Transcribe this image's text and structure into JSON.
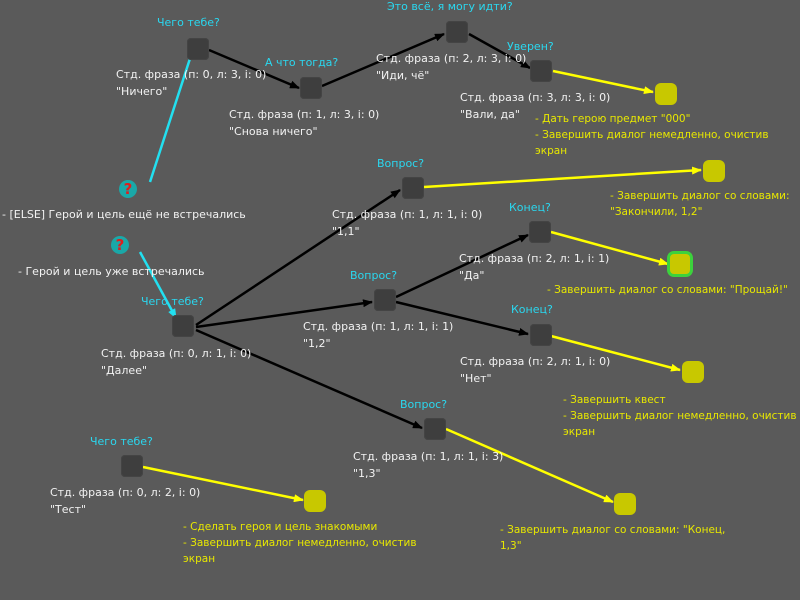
{
  "conditions": {
    "else": "- [ELSE] Герой и цель ещё не встречались",
    "met": "- Герой и цель уже встречались"
  },
  "questions": {
    "q1": "Чего тебе?",
    "q2": "А что тогда?",
    "q3": "Это всё, я могу идти?",
    "q4": "Уверен?",
    "q5": "Вопрос?",
    "q6": "Конец?",
    "q7": "Вопрос?",
    "q8": "Чего тебе?",
    "q9": "Конец?",
    "q10": "Вопрос?",
    "q11": "Чего тебе?"
  },
  "phrases": {
    "p1": {
      "meta": "Стд. фраза (п: 0, л: 3, i: 0)",
      "text": "\"Ничего\""
    },
    "p2": {
      "meta": "Стд. фраза (п: 1, л: 3, i: 0)",
      "text": "\"Снова ничего\""
    },
    "p3": {
      "meta": "Стд. фраза (п: 2, л: 3, i: 0)",
      "text": "\"Иди, чё\""
    },
    "p4": {
      "meta": "Стд. фраза (п: 3, л: 3, i: 0)",
      "text": "\"Вали, да\""
    },
    "p5": {
      "meta": "Стд. фраза (п: 1, л: 1, i: 0)",
      "text": "\"1,1\""
    },
    "p6": {
      "meta": "Стд. фраза (п: 2, л: 1, i: 1)",
      "text": "\"Да\""
    },
    "p7": {
      "meta": "Стд. фраза (п: 1, л: 1, i: 1)",
      "text": "\"1,2\""
    },
    "p8": {
      "meta": "Стд. фраза (п: 0, л: 1, i: 0)",
      "text": "\"Далее\""
    },
    "p9": {
      "meta": "Стд. фраза (п: 2, л: 1, i: 0)",
      "text": "\"Нет\""
    },
    "p10": {
      "meta": "Стд. фраза (п: 1, л: 1, i: 3)",
      "text": "\"1,3\""
    },
    "p11": {
      "meta": "Стд. фраза (п: 0, л: 2, i: 0)",
      "text": "\"Тест\""
    }
  },
  "actions": {
    "a1": [
      "- Дать герою предмет \"000\"",
      "- Завершить диалог немедленно, очистив экран"
    ],
    "a2": [
      "- Завершить диалог со словами:",
      "\"Закончили, 1,2\""
    ],
    "a3": [
      "- Завершить диалог со словами: \"Прощай!\""
    ],
    "a4": [
      "- Завершить квест",
      "- Завершить диалог немедленно, очистив экран"
    ],
    "a5": [
      "- Завершить диалог со словами: \"Конец,",
      "1,3\""
    ],
    "a6": [
      "- Сделать героя и цель знакомыми",
      "- Завершить диалог немедленно, очистив экран"
    ]
  },
  "colors": {
    "background": "#5a5a5a",
    "node": "#3e3e3e",
    "question_text": "#2ad8f0",
    "action_text": "#e8e800",
    "action_node": "#c8c800",
    "edge_dialog": "#000000",
    "edge_action": "#ffff00",
    "edge_condition": "#22e0f0",
    "highlight": "#3cd23c"
  },
  "icons": {
    "condition": "question-mark-icon"
  }
}
